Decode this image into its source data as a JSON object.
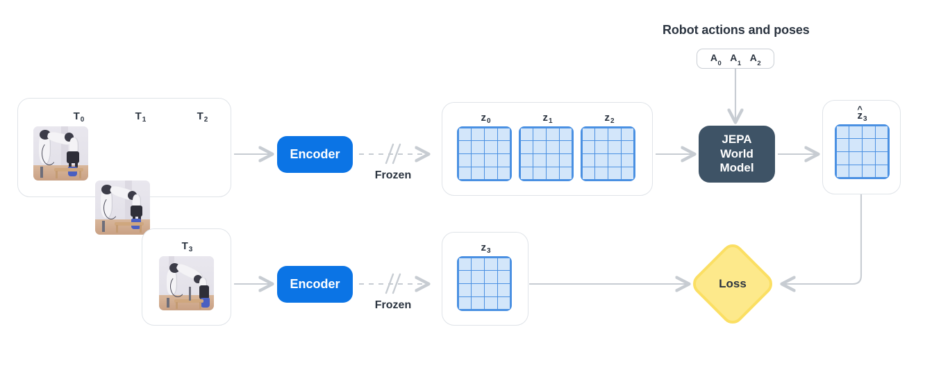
{
  "diagram": {
    "title_actions": "Robot actions and poses",
    "actions": [
      {
        "label": "A",
        "sub": "0"
      },
      {
        "label": "A",
        "sub": "1"
      },
      {
        "label": "A",
        "sub": "2"
      }
    ],
    "context_frames": [
      {
        "label": "T",
        "sub": "0",
        "alt": "robot-arm-frame-t0"
      },
      {
        "label": "T",
        "sub": "1",
        "alt": "robot-arm-frame-t1"
      },
      {
        "label": "T",
        "sub": "2",
        "alt": "robot-arm-frame-t2"
      }
    ],
    "target_frame": {
      "label": "T",
      "sub": "3",
      "alt": "robot-arm-frame-t3"
    },
    "context_latents": [
      {
        "label": "z",
        "sub": "0",
        "hat": false,
        "rows": 4,
        "cols": 4
      },
      {
        "label": "z",
        "sub": "1",
        "hat": false,
        "rows": 4,
        "cols": 4
      },
      {
        "label": "z",
        "sub": "2",
        "hat": false,
        "rows": 4,
        "cols": 4
      }
    ],
    "target_latent": {
      "label": "z",
      "sub": "3",
      "hat": false,
      "rows": 4,
      "cols": 4
    },
    "predicted_latent": {
      "label": "z",
      "sub": "3",
      "hat": true,
      "hat_glyph": "^",
      "rows": 4,
      "cols": 4
    },
    "encoder_top_label": "Encoder",
    "encoder_bottom_label": "Encoder",
    "frozen_top_label": "Frozen",
    "frozen_bottom_label": "Frozen",
    "world_model_label": "JEPA\nWorld\nModel",
    "world_model_lines": [
      "JEPA",
      "World",
      "Model"
    ],
    "loss_label": "Loss"
  },
  "colors": {
    "encoder_blue": "#0b74e5",
    "world_model_slate": "#3e5366",
    "loss_yellow": "#fde98b",
    "loss_yellow_border": "#fbdf63",
    "grid_cell": "#d3e6fa",
    "grid_line": "#4a90e2",
    "panel_border": "#dfe3e8",
    "arrow_gray": "#c7ccd2",
    "text_dark": "#2b3440",
    "background": "#ffffff"
  }
}
